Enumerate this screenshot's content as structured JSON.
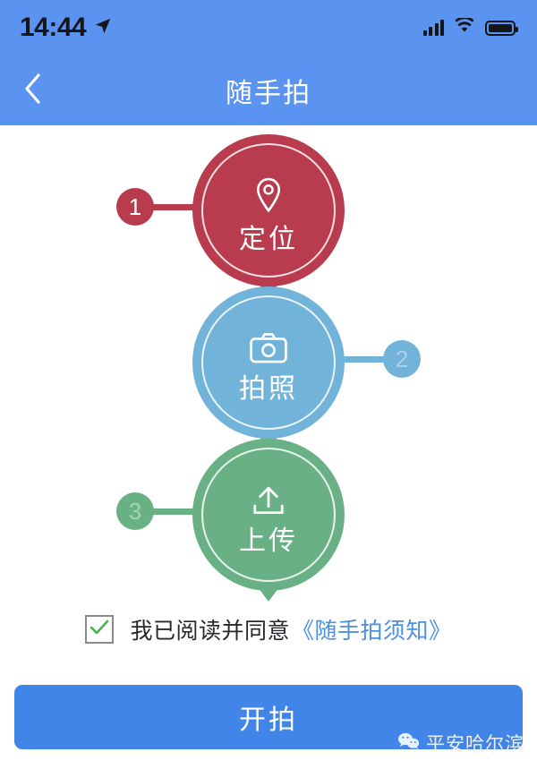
{
  "status_bar": {
    "time": "14:44",
    "location_icon": "location-arrow-icon",
    "signal_icon": "cellular-signal-icon",
    "wifi_icon": "wifi-icon",
    "battery_icon": "battery-full-icon"
  },
  "header": {
    "title": "随手拍",
    "back_icon": "chevron-left-icon",
    "background_color": "#5a93f0"
  },
  "steps": [
    {
      "number": "1",
      "label": "定位",
      "icon": "location-pin-icon",
      "color": "#b93b4e",
      "badge_color": "#b93b4e",
      "badge_text_color": "#ffffff",
      "badge_side": "left"
    },
    {
      "number": "2",
      "label": "拍照",
      "icon": "camera-icon",
      "color": "#72b3da",
      "badge_color": "#72b3da",
      "badge_text_color": "#a9d2ea",
      "badge_side": "right"
    },
    {
      "number": "3",
      "label": "上传",
      "icon": "upload-arrow-icon",
      "color": "#69b184",
      "badge_color": "#69b184",
      "badge_text_color": "#a6d2b8",
      "badge_side": "left"
    }
  ],
  "agreement": {
    "checked": true,
    "check_icon": "checkmark-icon",
    "text": "我已阅读并同意",
    "link_text": "《随手拍须知》",
    "link_color": "#4a8fe0"
  },
  "primary_button": {
    "label": "开拍",
    "color": "#4285e8"
  },
  "watermark": {
    "icon": "wechat-icon",
    "text": "平安哈尔滨"
  }
}
